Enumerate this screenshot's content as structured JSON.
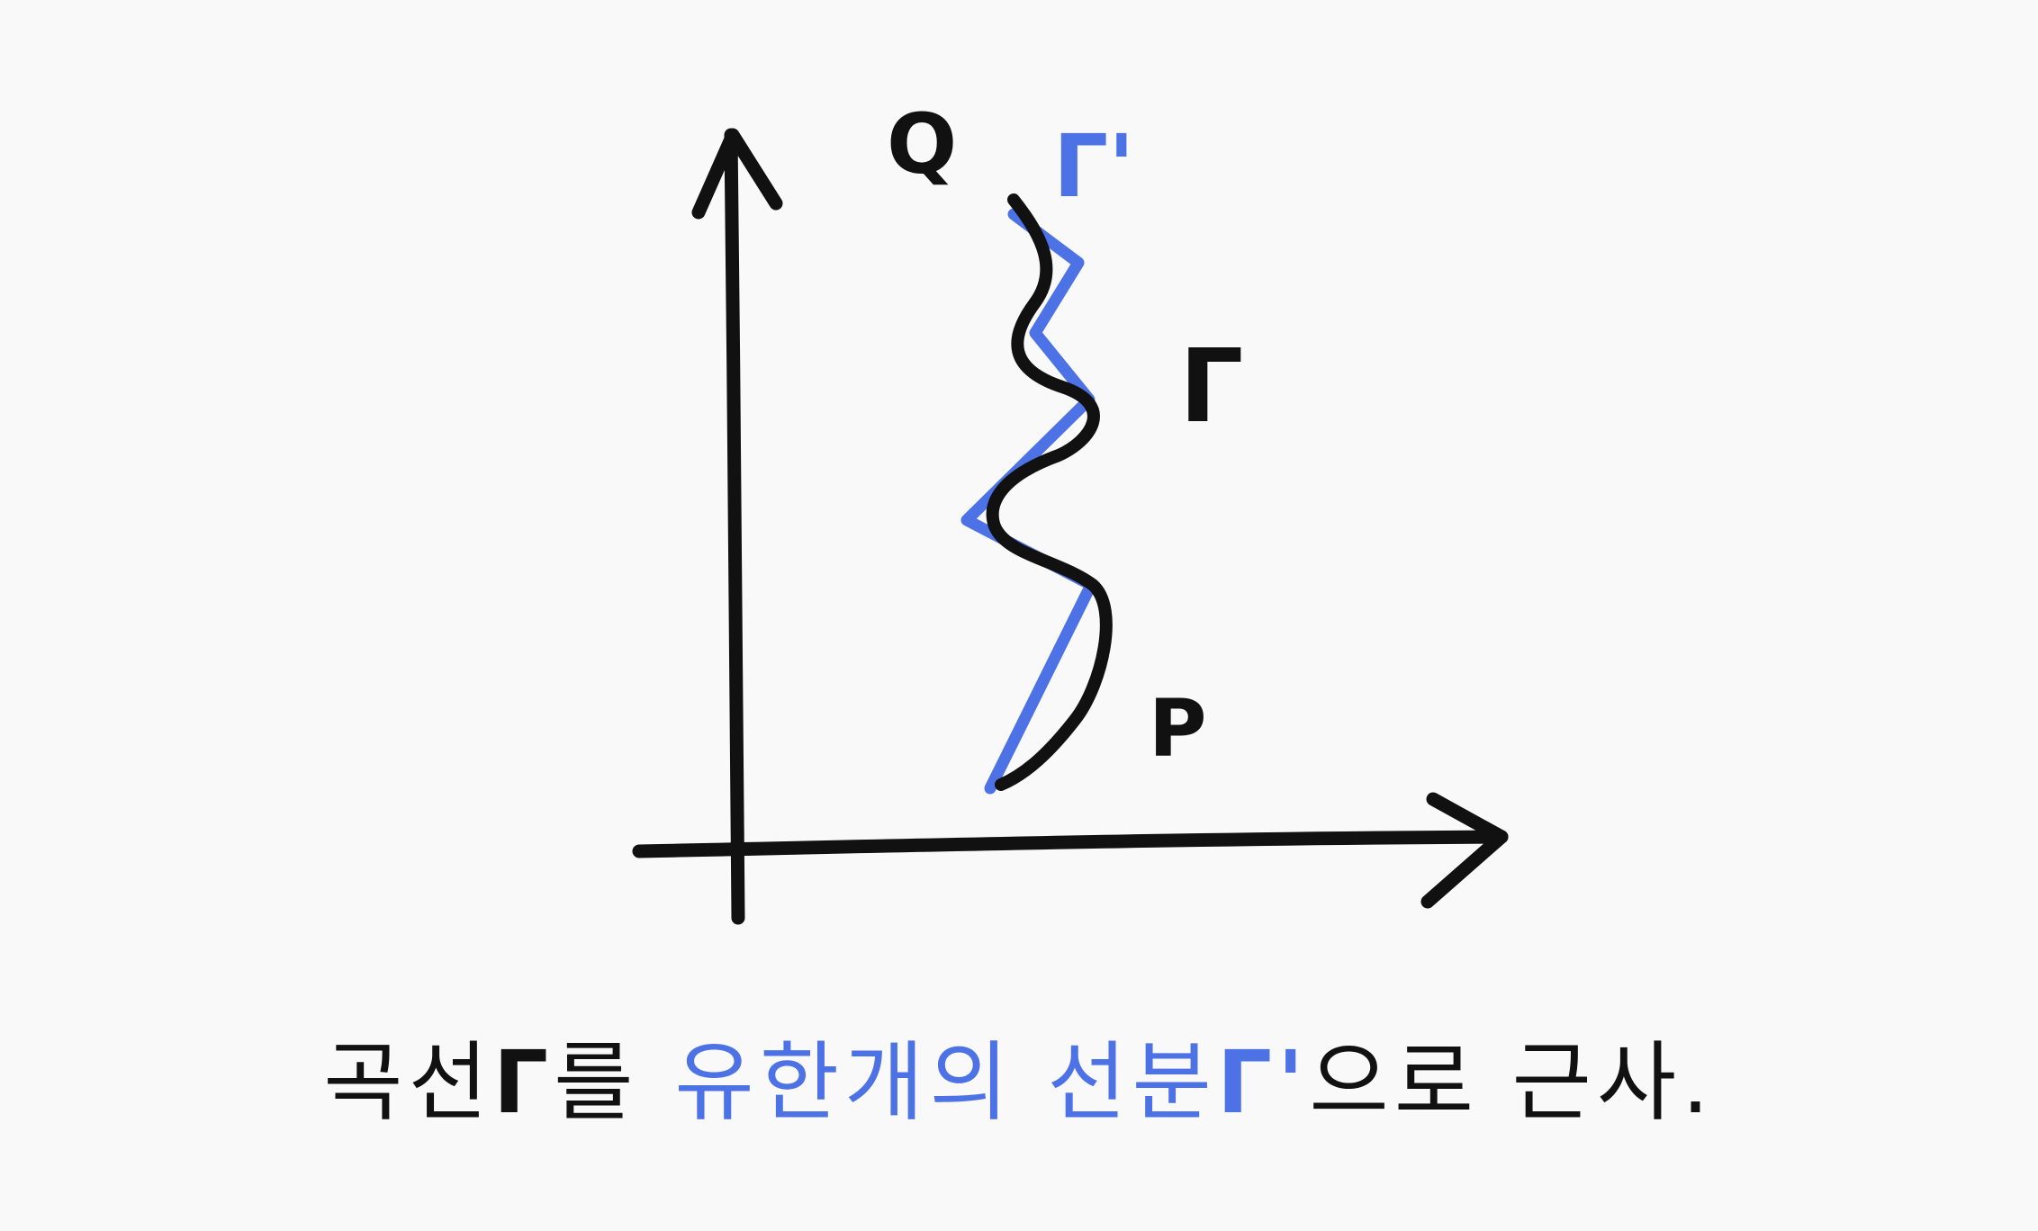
{
  "labels": {
    "q": "Q",
    "p": "P",
    "gamma": "Γ",
    "gamma_prime": "Γ'"
  },
  "caption": {
    "part1": "곡선 ",
    "gamma": "Γ",
    "part2": "를",
    "part3": "유한개의 선분",
    "gamma_prime": "Γ'",
    "part4": " 으로 근사."
  },
  "colors": {
    "ink": "#111111",
    "highlight": "#4c72e6",
    "background": "#f9f9f9"
  }
}
